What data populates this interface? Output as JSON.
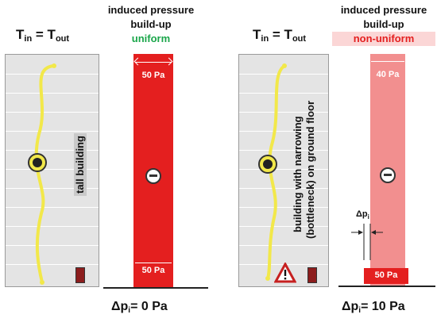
{
  "colors": {
    "red": "#e41f1f",
    "light_red": "#f28f8f",
    "green": "#1aa64a",
    "building": "#e4e4e4",
    "stair": "#f2e84a"
  },
  "left": {
    "temp": {
      "t1": "T",
      "s1": "in",
      "eq": " = T",
      "s2": "out"
    },
    "heading": {
      "line1": "induced pressure",
      "line2": "build-up",
      "status": "uniform"
    },
    "column_labels": {
      "top": "50 Pa",
      "bottom": "50 Pa"
    },
    "building_label": "tall building",
    "delta": {
      "d": "Δp",
      "sub": "i",
      "rest": "= 0 Pa"
    }
  },
  "right": {
    "temp": {
      "t1": "T",
      "s1": "in",
      "eq": " = T",
      "s2": "out"
    },
    "heading": {
      "line1": "induced pressure",
      "line2": "build-up",
      "status": "non-uniform"
    },
    "column_labels": {
      "top": "40 Pa",
      "bottom": "50 Pa"
    },
    "building_label_1": "building with narrowing",
    "building_label_2": "(bottleneck) on ground floor",
    "dpi_small": {
      "d": "Δp",
      "sub": "i"
    },
    "delta": {
      "d": "Δp",
      "sub": "i",
      "rest": "= 10  Pa"
    }
  },
  "icons": [
    "pressure-gauge-icon",
    "warning-icon",
    "minus-circle-icon",
    "door-icon"
  ]
}
